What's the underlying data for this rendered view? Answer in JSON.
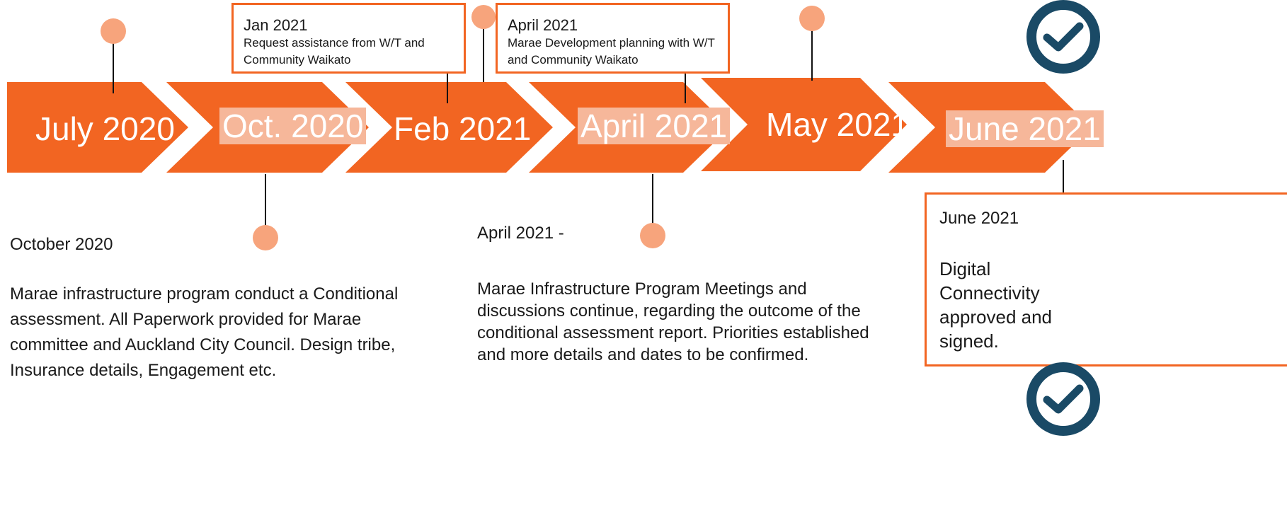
{
  "colors": {
    "chevron": "#f26522",
    "dot": "#f7a47c",
    "highlight": "#f6b79a",
    "connector": "#111111",
    "check": "#1a4a66"
  },
  "chevrons": [
    {
      "label": "July 2020",
      "highlighted": false
    },
    {
      "label": "Oct. 2020",
      "highlighted": true
    },
    {
      "label": "Feb 2021",
      "highlighted": false
    },
    {
      "label": "April 2021",
      "highlighted": true
    },
    {
      "label": "May 2021",
      "highlighted": false
    },
    {
      "label": "June 2021",
      "highlighted": true
    }
  ],
  "top_boxes": [
    {
      "title": "Jan 2021",
      "body": "Request assistance from W/T and Community Waikato"
    },
    {
      "title": "April 2021",
      "body": "Marae Development planning with W/T and Community Waikato"
    }
  ],
  "notes": {
    "oct": {
      "title": "October 2020",
      "body": "Marae infrastructure program conduct a Conditional assessment.  All Paperwork provided for Marae committee and Auckland City Council. Design tribe, Insurance details, Engagement etc."
    },
    "april": {
      "title": "April 2021 -",
      "body": "Marae Infrastructure Program Meetings and discussions continue, regarding the outcome of the conditional assessment report. Priorities established and more details and dates to be confirmed."
    },
    "june": {
      "title": "June 2021",
      "body": "Digital Connectivity approved and signed."
    }
  },
  "icons": [
    "checkmark-circle-icon",
    "checkmark-circle-icon"
  ]
}
